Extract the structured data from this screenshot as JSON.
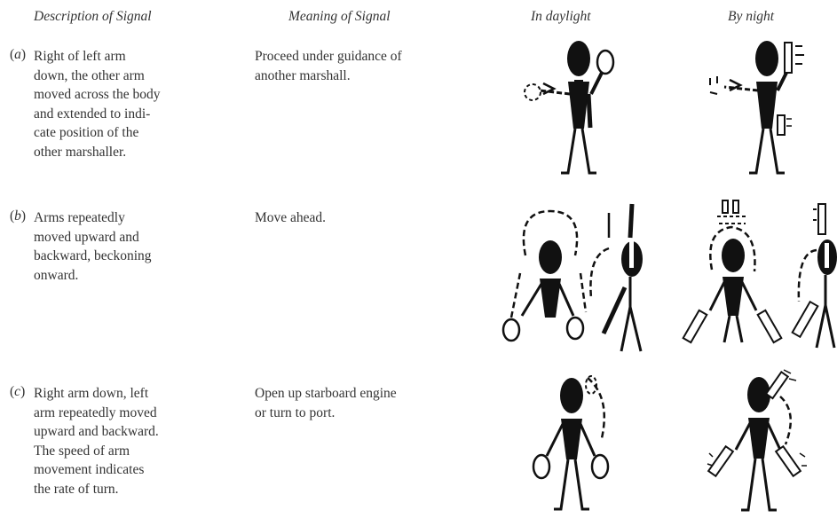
{
  "headers": {
    "description": "Description of Signal",
    "meaning": "Meaning of Signal",
    "daylight": "In daylight",
    "night": "By night"
  },
  "rows": [
    {
      "letter": "a",
      "description": [
        "Right of left arm",
        "down, the other arm",
        "moved across the body",
        "and extended to indi-",
        "cate position of the",
        "other marshaller."
      ],
      "meaning": [
        "Proceed under guidance of",
        "another marshall."
      ]
    },
    {
      "letter": "b",
      "description": [
        "Arms repeatedly",
        "moved upward and",
        "backward, beckoning",
        "onward."
      ],
      "meaning": [
        "Move ahead."
      ]
    },
    {
      "letter": "c",
      "description": [
        "Right arm down, left",
        "arm repeatedly moved",
        "upward and backward.",
        "The speed of arm",
        "movement indicates",
        "the rate of turn."
      ],
      "meaning": [
        "Open up starboard engine",
        "or turn to port."
      ]
    }
  ],
  "icons": {
    "daylight": "marshaller-figure-with-bats-icon",
    "night": "marshaller-figure-with-wands-icon"
  }
}
